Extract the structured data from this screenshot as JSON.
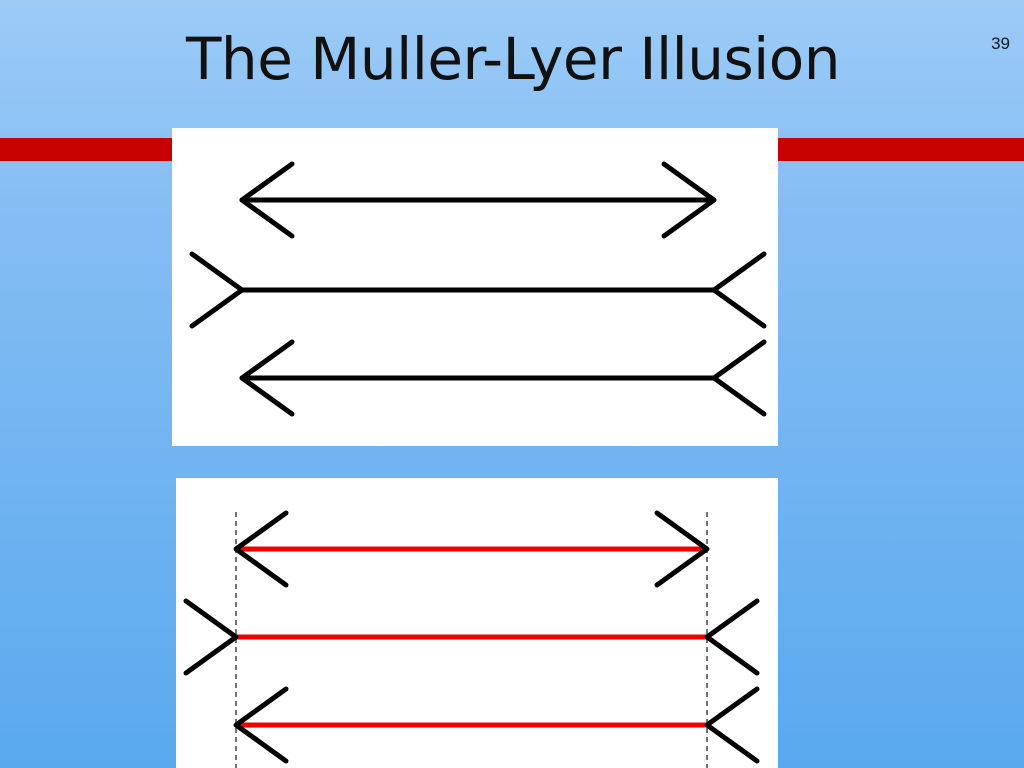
{
  "slide": {
    "title": "The Muller-Lyer Illusion",
    "number": "39"
  },
  "colors": {
    "background_top": "#9ccbf7",
    "background_bottom": "#5aa9ee",
    "accent_bar": "#c70000",
    "panel_background": "#ffffff",
    "line_black": "#000000",
    "line_red": "#ee0000",
    "guide_dashed": "#444444"
  },
  "figures": {
    "illusion": {
      "rows": [
        {
          "left_end": "arrowhead-outward",
          "right_end": "arrowhead-outward",
          "shaft_color": "black"
        },
        {
          "left_end": "fins-inward",
          "right_end": "fins-inward",
          "shaft_color": "black"
        },
        {
          "left_end": "arrowhead-outward",
          "right_end": "fins-inward",
          "shaft_color": "black"
        }
      ]
    },
    "explanation": {
      "rows": [
        {
          "left_end": "arrowhead-outward",
          "right_end": "arrowhead-outward",
          "shaft_color": "red"
        },
        {
          "left_end": "fins-inward",
          "right_end": "fins-inward",
          "shaft_color": "red"
        },
        {
          "left_end": "arrowhead-outward",
          "right_end": "fins-inward",
          "shaft_color": "red"
        }
      ],
      "vertical_guides": "dashed"
    }
  }
}
